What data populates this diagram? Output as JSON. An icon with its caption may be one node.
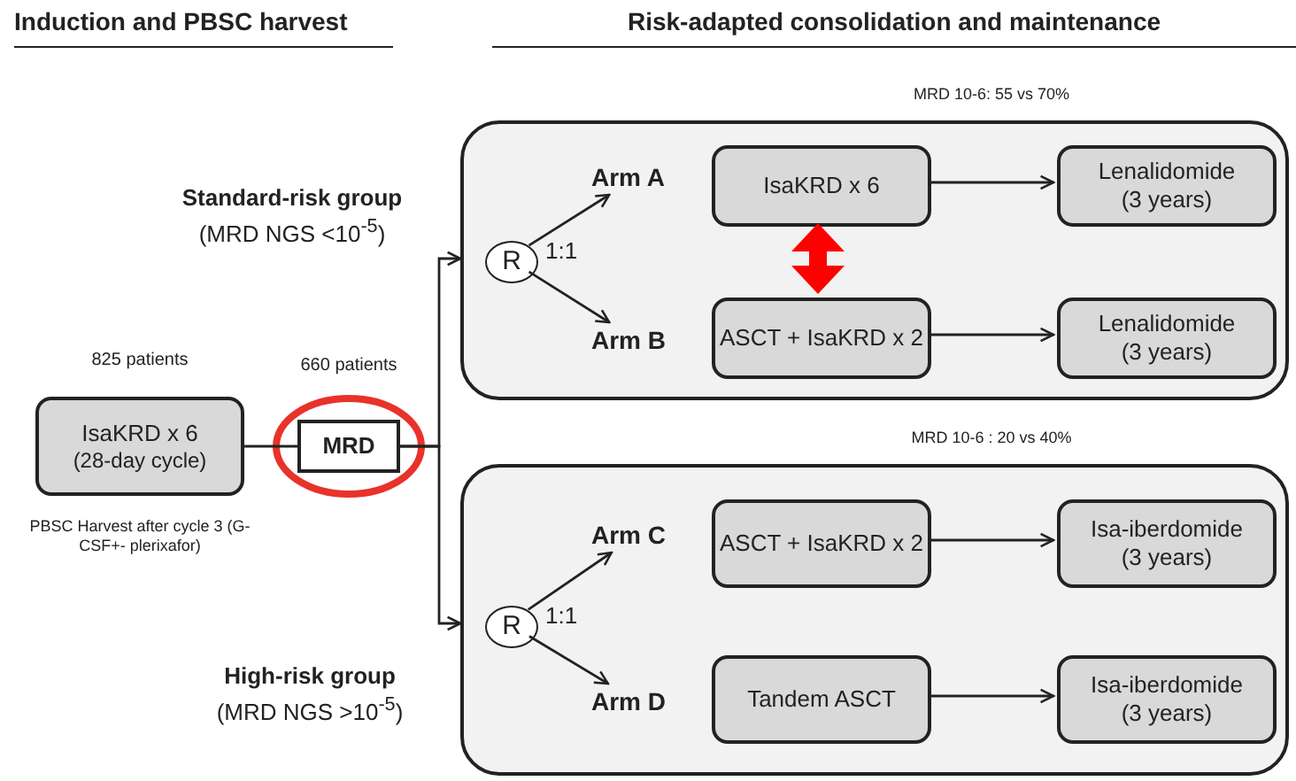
{
  "diagram": {
    "nodes": [
      {
        "text": [
          "IsaKRD x 6",
          "(28-day cycle)"
        ],
        "beside": [
          "825 patients",
          "PBSC Harvest after cycle 3 (G-CSF+- plerixafor)"
        ]
      },
      {
        "text": [
          "MRD"
        ],
        "beside": [
          "660 patients"
        ]
      },
      {
        "text": [],
        "shape": "box",
        "beside": [
          "MRD 10-6: 55 vs 70%",
          "Standard-risk group",
          "(MRD NGS <10$^{-5}$)"
        ]
      },
      {
        "text": [
          "R"
        ],
        "in": 2,
        "beside": [
          "1:1"
        ]
      },
      {
        "text": [
          "Arm A"
        ],
        "in": 2
      },
      {
        "text": [
          "IsaKRD x 6"
        ],
        "in": 2
      },
      {
        "text": [
          "Lenalidomide (3 years)"
        ],
        "in": 2
      },
      {
        "text": [
          "Arm B"
        ],
        "in": 2
      },
      {
        "text": [
          "ASCT + IsaKRD x 2"
        ],
        "in": 2
      },
      {
        "text": [
          "Lenalidomide (3 years)"
        ],
        "in": 2
      },
      {
        "text": [],
        "shape": "box",
        "beside": [
          "MRD 10-6 : 20 vs 40%",
          "High-risk group",
          "(MRD NGS >10$^{-5}$)"
        ]
      },
      {
        "text": [
          "R"
        ],
        "in": 10,
        "beside": [
          "1:1"
        ]
      },
      {
        "text": [
          "Arm C"
        ],
        "in": 10
      },
      {
        "text": [
          "ASCT + IsaKRD x 2"
        ],
        "in": 10
      },
      {
        "text": [
          "Isa-iberdomide (3 years)"
        ],
        "in": 10
      },
      {
        "text": [
          "Arm D"
        ],
        "in": 10
      },
      {
        "text": [
          "Tandem ASCT"
        ],
        "in": 10
      },
      {
        "text": [
          "Isa-iberdomide (3 years)"
        ],
        "in": 10
      }
    ],
    "edges": [
      {
        "from": 0,
        "to": 1,
        "arrow": "none"
      },
      {
        "from": 1,
        "to": 2,
        "arrow": "to"
      },
      {
        "from": 1,
        "to": 10,
        "arrow": "to"
      },
      {
        "from": 3,
        "to": 4,
        "arrow": "to"
      },
      {
        "from": 3,
        "to": 7,
        "arrow": "to"
      },
      {
        "from": 5,
        "to": 6,
        "arrow": "to"
      },
      {
        "from": 8,
        "to": 9,
        "arrow": "to"
      },
      {
        "from": 5,
        "to": 8,
        "arrow": "both",
        "style": "thick",
        "color": "#ff0000"
      },
      {
        "from": 11,
        "to": 12,
        "arrow": "to"
      },
      {
        "from": 11,
        "to": 15,
        "arrow": "to"
      },
      {
        "from": 13,
        "to": 14,
        "arrow": "to"
      },
      {
        "from": 16,
        "to": 17,
        "arrow": "to"
      }
    ],
    "labels": [
      "Induction and PBSC harvest",
      "Risk-adapted consolidation and maintenance"
    ]
  }
}
